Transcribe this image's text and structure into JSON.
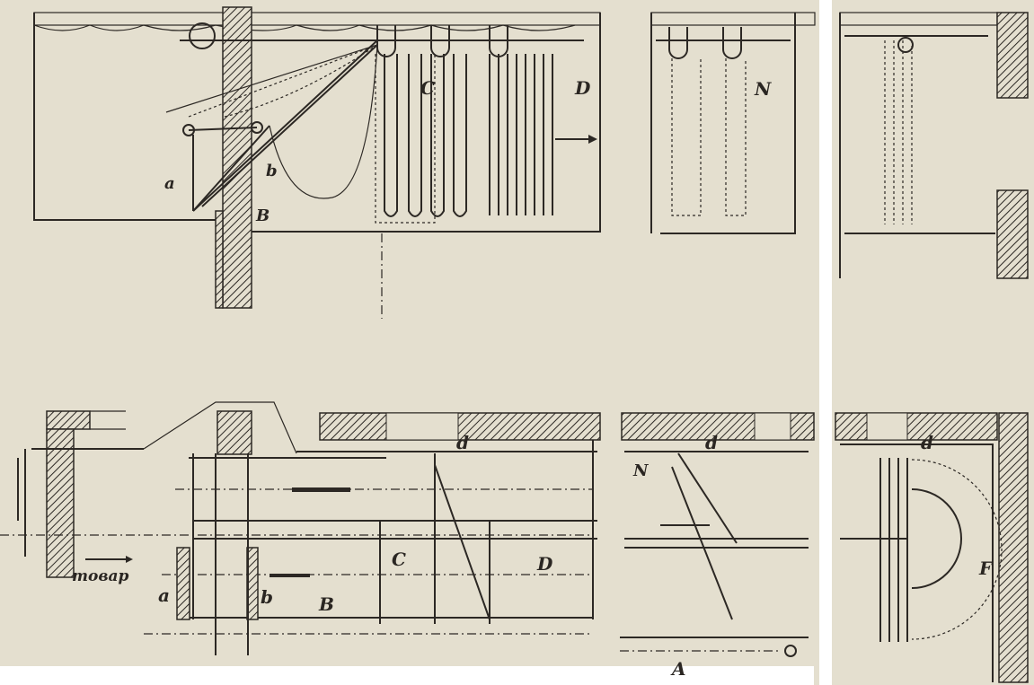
{
  "figure": {
    "top_left_labels": {
      "a": "a",
      "b": "b",
      "B": "B",
      "C": "C",
      "D": "D"
    },
    "top_middle_labels": {
      "N": "N"
    },
    "bottom_left_labels": {
      "direction": "товар",
      "a": "a",
      "b": "b",
      "B": "B",
      "C": "C",
      "D": "D",
      "d": "d"
    },
    "bottom_middle_labels": {
      "N": "N",
      "d": "d",
      "A": "A"
    },
    "bottom_right_labels": {
      "d": "d",
      "F": "F"
    }
  },
  "colors": {
    "paper": "#e4dfcf",
    "ink": "#2c2824"
  }
}
